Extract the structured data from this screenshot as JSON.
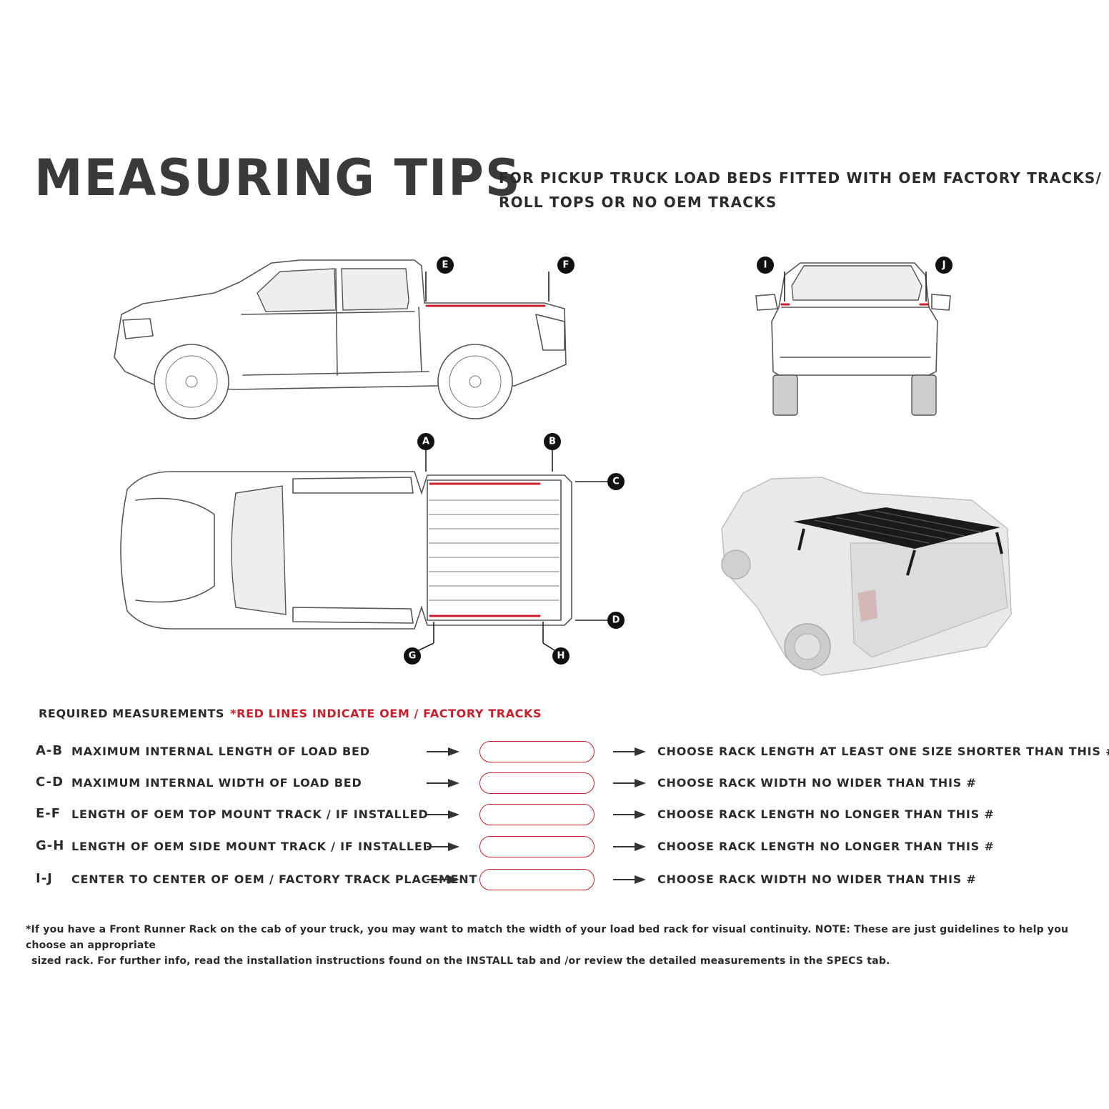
{
  "title": "MEASURING TIPS",
  "subtitle": "FOR PICKUP TRUCK LOAD BEDS FITTED WITH OEM FACTORY TRACKS/\nROLL TOPS OR NO OEM TRACKS",
  "markers": {
    "a": "A",
    "b": "B",
    "c": "C",
    "d": "D",
    "e": "E",
    "f": "F",
    "g": "G",
    "h": "H",
    "i": "I",
    "j": "J"
  },
  "requirements": {
    "heading": "REQUIRED MEASUREMENTS",
    "red_note": "*RED LINES INDICATE OEM / FACTORY TRACKS"
  },
  "rows": [
    {
      "code": "A-B",
      "desc": "MAXIMUM  INTERNAL LENGTH OF LOAD BED",
      "value": "",
      "advice": "CHOOSE RACK LENGTH AT LEAST ONE SIZE SHORTER THAN THIS #"
    },
    {
      "code": "C-D",
      "desc": "MAXIMUM INTERNAL WIDTH OF LOAD BED",
      "value": "",
      "advice": "CHOOSE RACK WIDTH NO WIDER THAN THIS #"
    },
    {
      "code": "E-F",
      "desc": "LENGTH OF OEM TOP MOUNT TRACK / IF INSTALLED",
      "value": "",
      "advice": "CHOOSE RACK LENGTH NO LONGER THAN THIS #"
    },
    {
      "code": "G-H",
      "desc": "LENGTH OF OEM SIDE MOUNT TRACK / IF INSTALLED",
      "value": "",
      "advice": "CHOOSE RACK LENGTH NO LONGER THAN THIS #"
    },
    {
      "code": "I-J",
      "desc": "CENTER TO CENTER OF OEM / FACTORY TRACK PLACEMENT",
      "value": "",
      "advice": "CHOOSE RACK WIDTH NO WIDER THAN THIS #"
    }
  ],
  "footnote": {
    "line1": "*If you have a Front Runner Rack on the cab of your truck, you may want to match the width of your load bed rack for visual continuity. NOTE: These are just guidelines to help you choose an appropriate",
    "line2": "sized rack. For further info, read the installation instructions found on the INSTALL tab and /or review the detailed measurements in the SPECS tab."
  },
  "colors": {
    "accent_red": "#c8202c",
    "text": "#2b2b2b",
    "line": "#555555"
  }
}
